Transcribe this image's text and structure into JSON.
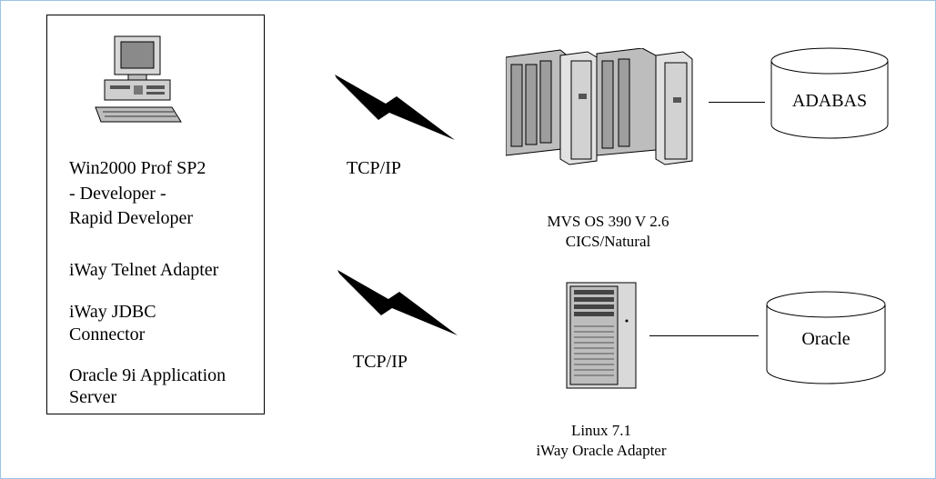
{
  "client": {
    "os_line": "Win2000 Prof SP2",
    "role_line": "- Developer -",
    "tool_line": "Rapid Developer",
    "telnet_adapter": "iWay Telnet Adapter",
    "jdbc_line1": "iWay JDBC",
    "jdbc_line2": "Connector",
    "appserver_line1": "Oracle 9i Application",
    "appserver_line2": "Server"
  },
  "links": {
    "top_protocol": "TCP/IP",
    "bottom_protocol": "TCP/IP"
  },
  "mainframe": {
    "line1": "MVS OS 390 V 2.6",
    "line2": "CICS/Natural"
  },
  "linux": {
    "line1": "Linux 7.1",
    "line2": "iWay Oracle Adapter"
  },
  "databases": {
    "top": "ADABAS",
    "bottom": "Oracle"
  },
  "icons": {
    "client": "desktop-computer-icon",
    "network": "lightning-bolt-icon",
    "mainframe": "mainframe-icon",
    "server": "tower-server-icon",
    "database": "database-cylinder-icon"
  }
}
